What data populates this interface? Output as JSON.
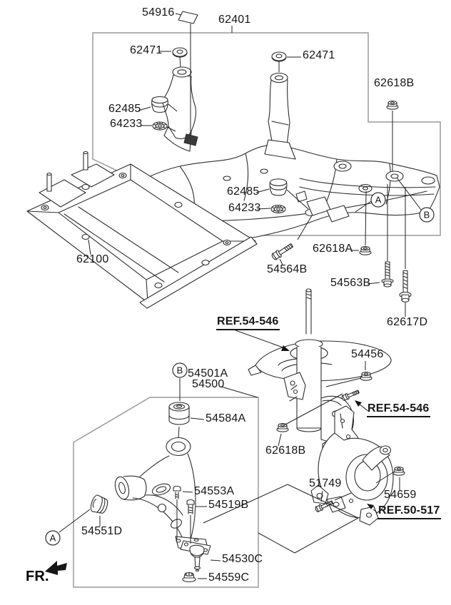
{
  "labels": [
    {
      "id": "54916",
      "text": "54916"
    },
    {
      "id": "62401",
      "text": "62401"
    },
    {
      "id": "62471-left",
      "text": "62471"
    },
    {
      "id": "62471-right",
      "text": "62471"
    },
    {
      "id": "62618B-top",
      "text": "62618B"
    },
    {
      "id": "62485-left",
      "text": "62485"
    },
    {
      "id": "64233-left",
      "text": "64233"
    },
    {
      "id": "62485-mid",
      "text": "62485"
    },
    {
      "id": "64233-mid",
      "text": "64233"
    },
    {
      "id": "62618A",
      "text": "62618A"
    },
    {
      "id": "62100",
      "text": "62100"
    },
    {
      "id": "54564B",
      "text": "54564B"
    },
    {
      "id": "54563B",
      "text": "54563B"
    },
    {
      "id": "ref-54-546-left",
      "text": "REF.54-546"
    },
    {
      "id": "62617D",
      "text": "62617D"
    },
    {
      "id": "54456",
      "text": "54456"
    },
    {
      "id": "54501A",
      "text": "54501A"
    },
    {
      "id": "54500",
      "text": "54500"
    },
    {
      "id": "ref-54-546-right",
      "text": "REF.54-546"
    },
    {
      "id": "54584A",
      "text": "54584A"
    },
    {
      "id": "62618B-bottom",
      "text": "62618B"
    },
    {
      "id": "51749",
      "text": "51749"
    },
    {
      "id": "54553A",
      "text": "54553A"
    },
    {
      "id": "54659",
      "text": "54659"
    },
    {
      "id": "54519B",
      "text": "54519B"
    },
    {
      "id": "ref-50-517",
      "text": "REF.50-517"
    },
    {
      "id": "54551D",
      "text": "54551D"
    },
    {
      "id": "54530C",
      "text": "54530C"
    },
    {
      "id": "54559C",
      "text": "54559C"
    },
    {
      "id": "fr",
      "text": "FR."
    }
  ],
  "markers": [
    {
      "letter": "A"
    },
    {
      "letter": "B"
    },
    {
      "letter": "B"
    },
    {
      "letter": "A"
    }
  ],
  "colors": {
    "line_art": "#2e2e2e",
    "box_outline": "#9a9a9a",
    "leader": "#222222",
    "label": "#161616",
    "pad_fill": "#3a3a3a",
    "background": "#ffffff"
  }
}
